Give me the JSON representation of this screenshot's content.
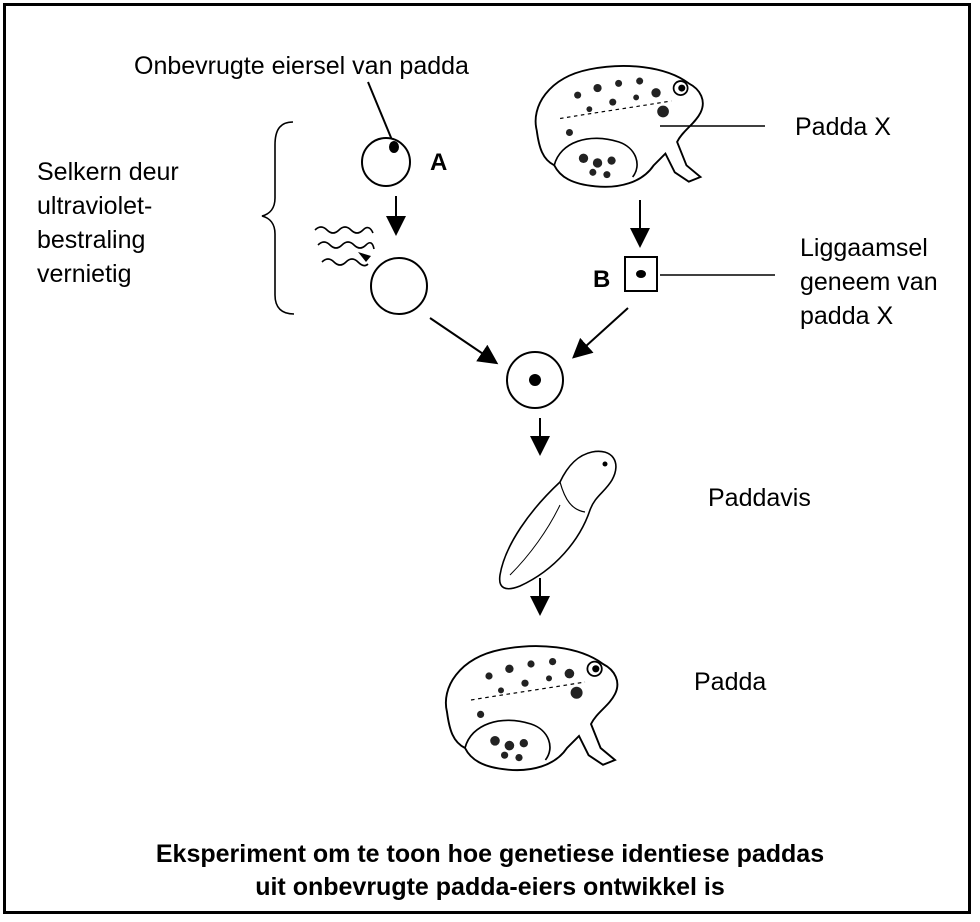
{
  "labels": {
    "egg_title": "Onbevrugte eiersel van padda",
    "nucleus_destroyed": [
      "Selkern deur",
      "ultraviolet-",
      "bestraling",
      "vernietig"
    ],
    "frog_x": "Padda X",
    "body_cell": [
      "Liggaamsel",
      "geneem van",
      "padda X"
    ],
    "marker_a": "A",
    "marker_b": "B",
    "tadpole": "Paddavis",
    "frog": "Padda"
  },
  "caption": {
    "line1": "Eksperiment om te toon hoe genetiese identiese paddas",
    "line2": "uit onbevrugte padda-eiers ontwikkel is"
  }
}
